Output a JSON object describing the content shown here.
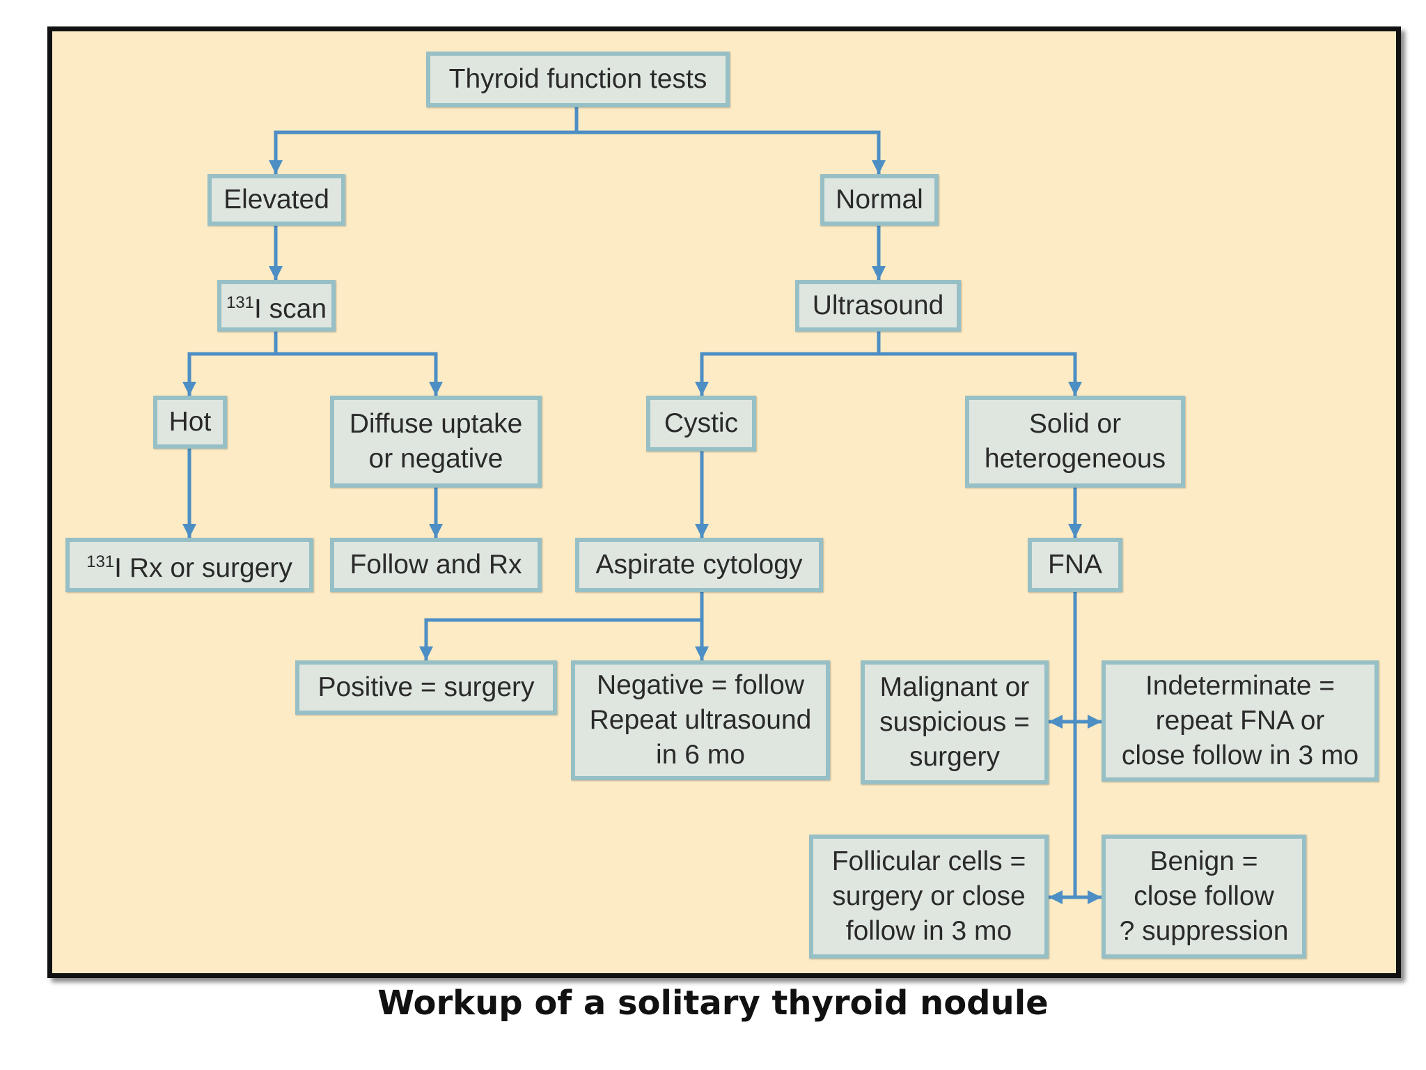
{
  "colors": {
    "background": "#fcebc4",
    "node_fill": "#dfe6df",
    "node_border": "#97bfc6",
    "edge": "#4d8ec4",
    "frame_border": "#111111"
  },
  "nodes": {
    "tft": {
      "text": "Thyroid function tests"
    },
    "elevated": {
      "text": "Elevated"
    },
    "normal": {
      "text": "Normal"
    },
    "scan": {
      "sup": "131",
      "text": "I scan"
    },
    "ultrasound": {
      "text": "Ultrasound"
    },
    "hot": {
      "text": "Hot"
    },
    "diffuse": {
      "line1": "Diffuse uptake",
      "line2": "or negative"
    },
    "cystic": {
      "text": "Cystic"
    },
    "solid": {
      "line1": "Solid or",
      "line2": "heterogeneous"
    },
    "rx_surgery": {
      "sup": "131",
      "text": "I Rx or surgery"
    },
    "follow_rx": {
      "text": "Follow and Rx"
    },
    "aspirate": {
      "text": "Aspirate cytology"
    },
    "fna": {
      "text": "FNA"
    },
    "positive": {
      "text": "Positive = surgery"
    },
    "negative": {
      "line1": "Negative = follow",
      "line2": "Repeat ultrasound",
      "line3": "in 6 mo"
    },
    "malignant": {
      "line1": "Malignant or",
      "line2": "suspicious =",
      "line3": "surgery"
    },
    "indeterminate": {
      "line1": "Indeterminate =",
      "line2": "repeat FNA or",
      "line3": "close follow in 3 mo"
    },
    "follicular": {
      "line1": "Follicular cells =",
      "line2": "surgery or close",
      "line3": "follow in 3 mo"
    },
    "benign": {
      "line1": "Benign =",
      "line2": "close follow",
      "line3": "? suppression"
    }
  },
  "caption": "Workup of a solitary thyroid nodule"
}
